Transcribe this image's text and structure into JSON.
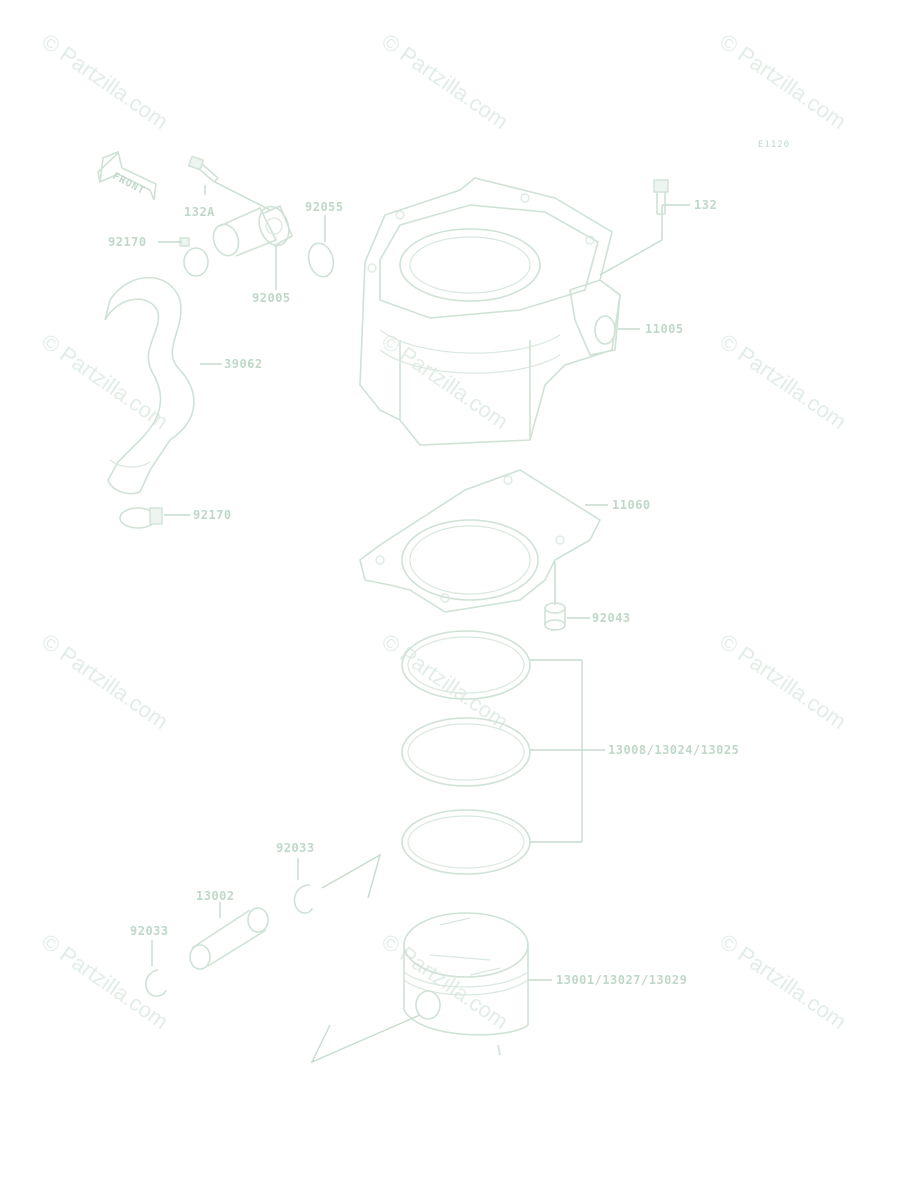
{
  "diagram": {
    "code": "E1120",
    "front_label": "FRONT",
    "watermark": "© Partzilla.com",
    "callouts": {
      "c132a": "132A",
      "c92055": "92055",
      "c132": "132",
      "c92170a": "92170",
      "c92005": "92005",
      "c11005": "11005",
      "c39062": "39062",
      "c92170b": "92170",
      "c11060": "11060",
      "c92043": "92043",
      "c13008": "13008/13024/13025",
      "c92033a": "92033",
      "c13002": "13002",
      "c92033b": "92033",
      "c13001": "13001/13027/13029"
    }
  }
}
